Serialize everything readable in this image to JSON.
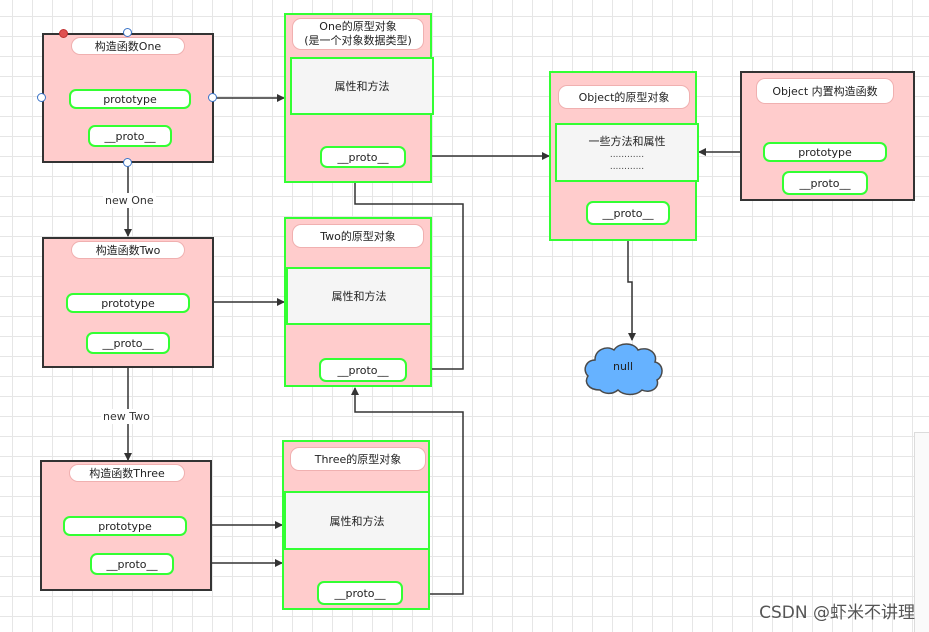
{
  "constructors": {
    "one": {
      "title": "构造函数One",
      "prototype": "prototype",
      "proto": "__proto__"
    },
    "two": {
      "title": "构造函数Two",
      "prototype": "prototype",
      "proto": "__proto__"
    },
    "three": {
      "title": "构造函数Three",
      "prototype": "prototype",
      "proto": "__proto__"
    }
  },
  "prototypes": {
    "one": {
      "title_line1": "One的原型对象",
      "title_line2": "(是一个对象数据类型)",
      "body": "属性和方法",
      "proto": "__proto__"
    },
    "two": {
      "title": "Two的原型对象",
      "body": "属性和方法",
      "proto": "__proto__"
    },
    "three": {
      "title": "Three的原型对象",
      "body": "属性和方法",
      "proto": "__proto__"
    }
  },
  "object_prototype": {
    "title": "Object的原型对象",
    "body": "一些方法和属性",
    "dots1": "............",
    "dots2": "............",
    "proto": "__proto__"
  },
  "object_constructor": {
    "title": "Object  内置构造函数",
    "prototype": "prototype",
    "proto": "__proto__"
  },
  "edges": {
    "new_one": "new One",
    "new_two": "new Two"
  },
  "null_label": "null",
  "watermark": "CSDN @虾米不讲理",
  "colors": {
    "box_fill": "#ffcccc",
    "box_border": "#333333",
    "highlight": "#33ff33",
    "null_cloud": "#66b2ff",
    "connector": "#333333"
  }
}
